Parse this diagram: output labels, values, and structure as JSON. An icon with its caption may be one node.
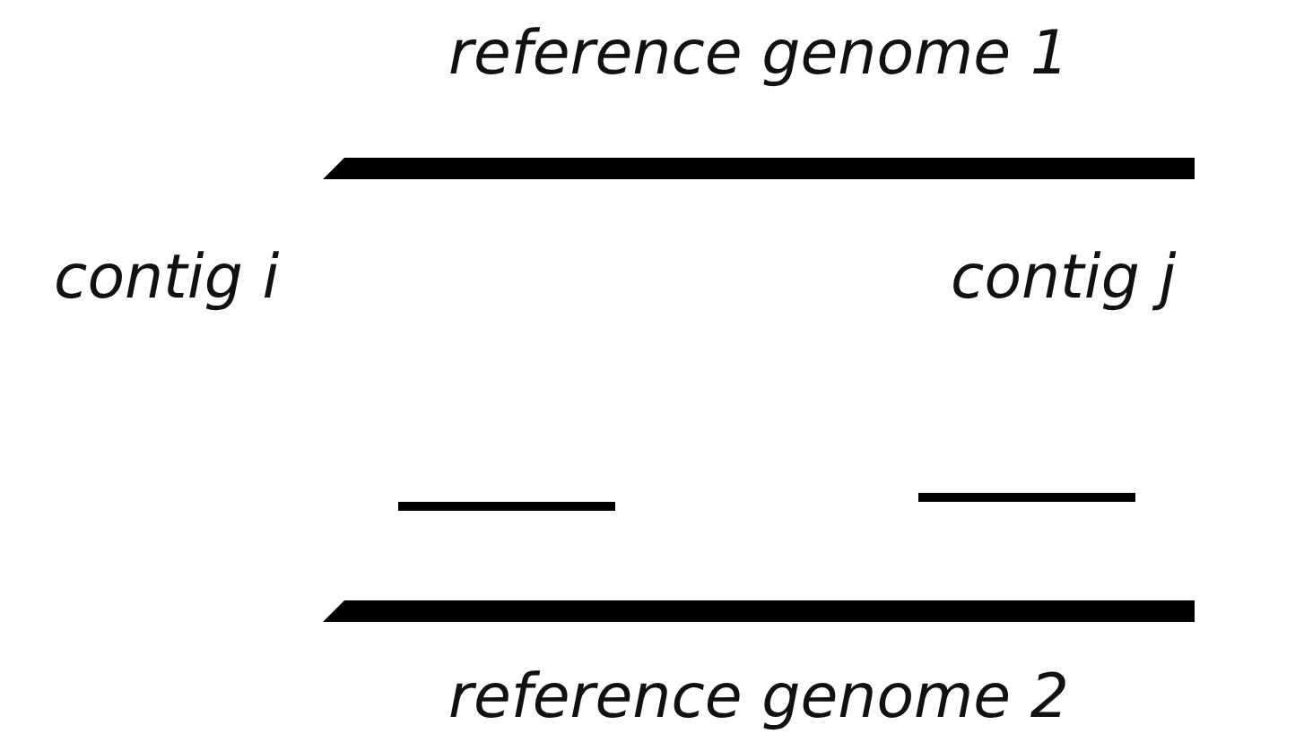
{
  "diagram": {
    "nodes": [
      {
        "text": [
          "reference genome 1"
        ]
      },
      {
        "text": [],
        "shape": "bar"
      },
      {
        "text": [],
        "shape": "bar"
      },
      {
        "text": [
          "reference genome 2"
        ]
      }
    ],
    "labels": [
      "contig i",
      "contig j"
    ]
  }
}
